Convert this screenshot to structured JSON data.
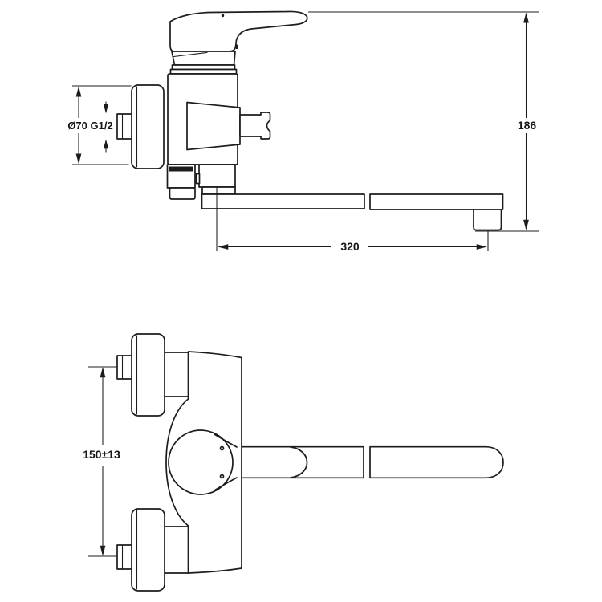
{
  "drawing": {
    "colors": {
      "line": "#1c1c1c",
      "background": "#ffffff"
    },
    "dimensions": {
      "flange_diameter": "Ø70 G1/2",
      "overall_height": "186",
      "spout_reach": "320",
      "inlet_spacing": "150±13"
    }
  }
}
